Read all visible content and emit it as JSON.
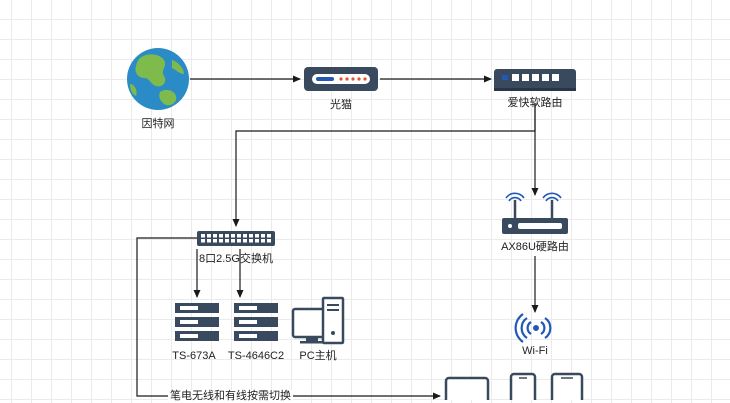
{
  "nodes": {
    "internet": "因特网",
    "modem": "光猫",
    "ikuai_router": "爱快软路由",
    "switch": "8口2.5G交换机",
    "ax86u": "AX86U硬路由",
    "nas1": "TS-673A",
    "nas2": "TS-4646C2",
    "pc": "PC主机",
    "wifi": "Wi-Fi"
  },
  "edge_label": "笔电无线和有线按需切换",
  "colors": {
    "line": "#1a1a1a",
    "device_dark": "#3a4a5e",
    "port_blue": "#1f3a8a",
    "wifi_blue": "#2159b5",
    "globe_ocean": "#2b8bc6",
    "globe_land": "#7fba4d"
  }
}
